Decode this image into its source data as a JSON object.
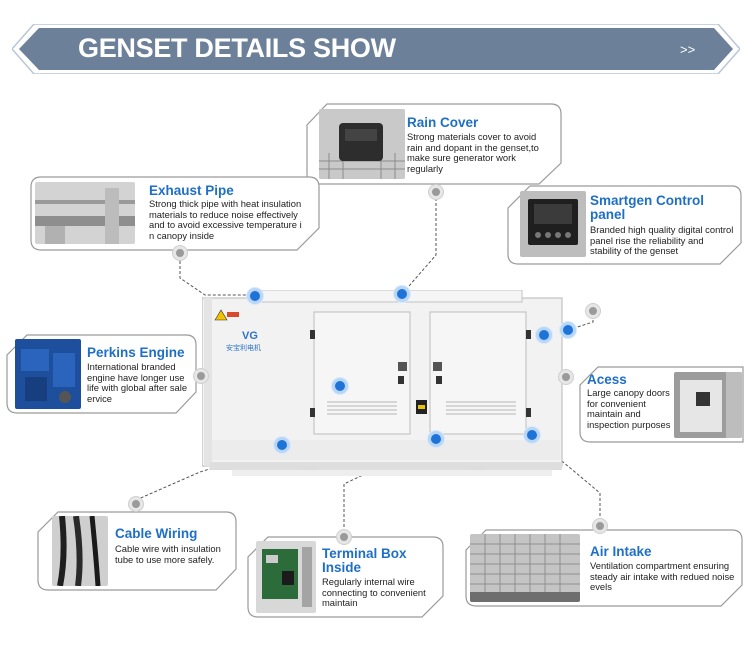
{
  "banner": {
    "title": "GENSET DETAILS SHOW",
    "more": ">>"
  },
  "generator": {
    "brand_text": "安宝利电机",
    "logo_letters": "VG"
  },
  "callouts": {
    "rain_cover": {
      "title": "Rain Cover",
      "desc": "Strong materials cover to avoid rain and dopant in the genset,to make sure generator work regularly"
    },
    "exhaust_pipe": {
      "title": "Exhaust Pipe",
      "desc": "Strong thick pipe with heat insulation materials to reduce noise effectively and to avoid excessive temperature i n canopy inside"
    },
    "control_panel": {
      "title": "Smartgen Control panel",
      "desc": "Branded high quality digital control panel rise the reliability and stability of the genset"
    },
    "perkins": {
      "title": "Perkins Engine",
      "desc": "International branded engine have longer use life with global after sale ervice"
    },
    "acess": {
      "title": "Acess",
      "desc": "Large canopy doors for convenient maintain and inspection purposes"
    },
    "cable": {
      "title": "Cable Wiring",
      "desc": "Cable wire with insulation tube to use more safely."
    },
    "terminal": {
      "title": "Terminal Box Inside",
      "desc": "Regularly internal wire connecting to convenient maintain"
    },
    "air": {
      "title": "Air Intake",
      "desc": "Ventilation compartment ensuring steady air intake with redued noise evels"
    }
  },
  "colors": {
    "banner": "#6c8199",
    "accent_blue": "#1f6fc7",
    "hotspot_blue": "#1e73d9",
    "canopy": "#f2f2f2"
  }
}
